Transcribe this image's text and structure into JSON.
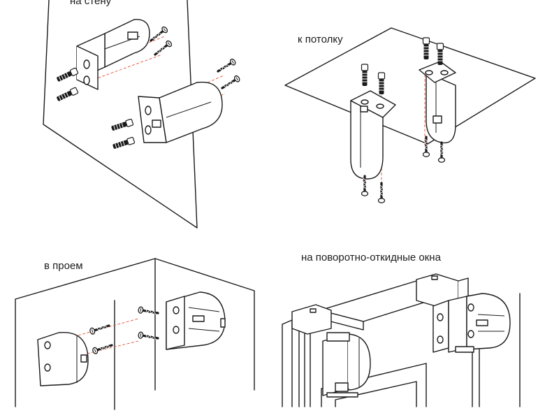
{
  "labels": {
    "wall": "на стену",
    "ceiling": "к потолку",
    "recess": "в проем",
    "tilt_window": "на поворотно-откидные окна"
  },
  "colors": {
    "line": "#1a1a1a",
    "guide": "#e2533a",
    "background": "#ffffff"
  }
}
